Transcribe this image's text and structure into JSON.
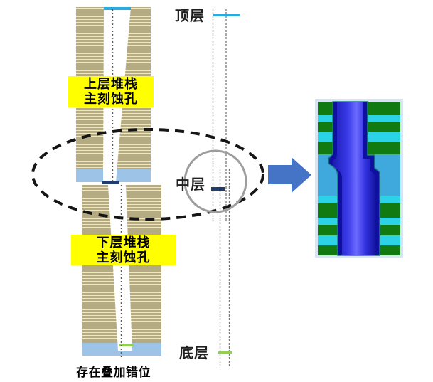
{
  "annotations": {
    "top_layer": "顶层",
    "middle_layer": "中层",
    "bottom_layer": "底层",
    "upper_stack_line1": "上层堆栈",
    "upper_stack_line2": "主刻蚀孔",
    "lower_stack_line1": "下层堆栈",
    "lower_stack_line2": "主刻蚀孔",
    "caption": "存在叠加错位"
  },
  "icons": {
    "arrow": "right-block-arrow",
    "ellipse": "dashed-highlight-ellipse",
    "circle": "misalignment-highlight-circle"
  },
  "colors": {
    "stripe-tan": "#b4ab82",
    "stripe-line": "#eae7d6",
    "band-blue": "#9dc3e6",
    "marker-cyan": "#29abe2",
    "marker-navy": "#1f3d6e",
    "marker-green": "#92d050",
    "label-yellow": "#ffff00",
    "arrow-blue": "#4573c5",
    "ellipse-black": "#151515",
    "circle-gray": "#9d9d9d",
    "guide-gray": "#7a7a7a",
    "hole-line-gray": "#5a5a5a",
    "text-dark": "#1f1f1f",
    "img-frame": "#d8e4f2",
    "img-green": "#117a11",
    "img-cyan": "#2cd3e6",
    "img-skyblue": "#3fa8dc",
    "img-navy": "#0f0fa0",
    "img-teal": "#1e8080"
  }
}
